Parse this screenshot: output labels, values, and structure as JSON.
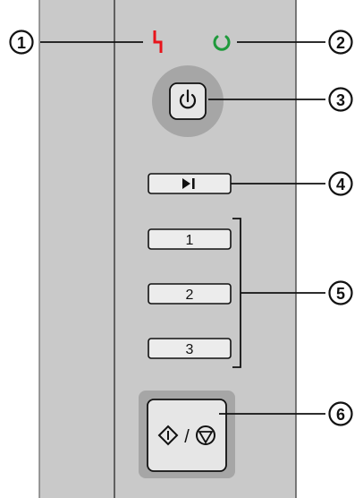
{
  "panel": {
    "background_color": "#c9c9c9",
    "leds": [
      {
        "id": "error",
        "icon": "error-lightning-icon",
        "color": "#e8141b"
      },
      {
        "id": "power",
        "icon": "power-ring-icon",
        "color": "#1f9a3c"
      }
    ],
    "power_button": {
      "icon": "power-icon"
    },
    "skip_button": {
      "icon": "play-pause-icon"
    },
    "copy_buttons": [
      {
        "label": "1"
      },
      {
        "label": "2"
      },
      {
        "label": "3"
      }
    ],
    "start_stop_button": {
      "icon_left": "start-diamond-icon",
      "separator": "/",
      "icon_right": "stop-circle-icon"
    }
  },
  "callouts": [
    {
      "number": "1"
    },
    {
      "number": "2"
    },
    {
      "number": "3"
    },
    {
      "number": "4"
    },
    {
      "number": "5"
    },
    {
      "number": "6"
    }
  ]
}
